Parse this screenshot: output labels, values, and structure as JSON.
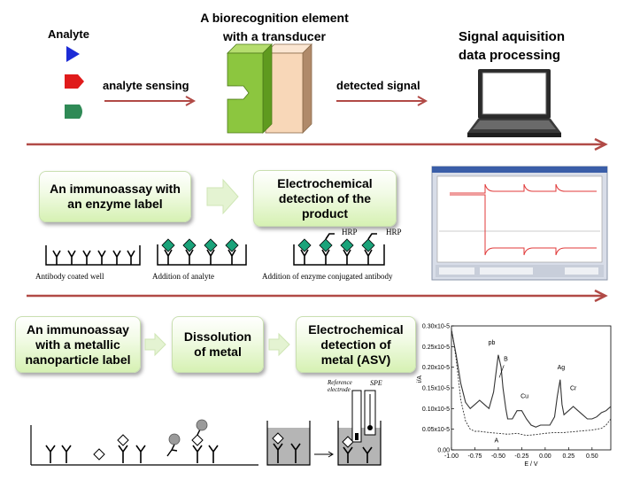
{
  "top_row": {
    "analyte_label": "Analyte",
    "analyte_sensing_label": "analyte sensing",
    "biorecognition_label_line1": "A biorecognition element",
    "biorecognition_label_line2": "with a transducer",
    "detected_signal_label": "detected signal",
    "signal_label_line1": "Signal aquisition",
    "signal_label_line2": "data processing"
  },
  "middle_row": {
    "box_enzyme_line1": "An immunoassay with",
    "box_enzyme_line2": "an enzyme label",
    "box_electro_line1": "Electrochemical",
    "box_electro_line2": "detection of the",
    "box_electro_line3": "product",
    "caption_well": "Antibody coated well",
    "caption_analyte": "Addition of analyte",
    "caption_enzyme": "Addition of enzyme conjugated antibody",
    "hrp_label_1": "HRP",
    "hrp_label_2": "HRP"
  },
  "bottom_row": {
    "box_metallic_line1": "An immunoassay",
    "box_metallic_line2": "with a metallic",
    "box_metallic_line3": "nanoparticle label",
    "box_dissolution_line1": "Dissolution",
    "box_dissolution_line2": "of metal",
    "box_asv_line1": "Electrochemical",
    "box_asv_line2": "detection of",
    "box_asv_line3": "metal (ASV)",
    "reference_electrode_line1": "Reference",
    "reference_electrode_line2": "electrode",
    "spe_label": "SPE"
  },
  "colors": {
    "arrow": "#b14a46",
    "analyte_blue": "#1c2bd6",
    "analyte_red": "#e01b1b",
    "analyte_green": "#2f8a56",
    "transducer_green": "#8cc63f",
    "transducer_peach": "#f8d7b8",
    "diamond": "#1aa37a"
  },
  "chart_data": {
    "type": "line",
    "xlabel": "E / V",
    "ylabel": "i/A",
    "xlim": [
      -1.0,
      0.7
    ],
    "ylim": [
      0.0,
      3e-07
    ],
    "x_ticks": [
      "-1.00",
      "-0.75",
      "-0.50",
      "-0.25",
      "0.00",
      "0.25",
      "0.50"
    ],
    "y_ticks": [
      "0.00",
      "0.05x10-5",
      "0.10x10-5",
      "0.15x10-5",
      "0.20x10-5",
      "0.25x10-5",
      "0.30x10-5"
    ],
    "annotations": [
      "pb",
      "B",
      "Cu",
      "Ag",
      "Cr",
      "A"
    ],
    "series": [
      {
        "name": "B",
        "x": [
          -1.0,
          -0.95,
          -0.9,
          -0.85,
          -0.8,
          -0.75,
          -0.7,
          -0.65,
          -0.6,
          -0.55,
          -0.5,
          -0.47,
          -0.45,
          -0.42,
          -0.4,
          -0.35,
          -0.3,
          -0.25,
          -0.2,
          -0.15,
          -0.1,
          -0.05,
          0.0,
          0.05,
          0.1,
          0.13,
          0.16,
          0.18,
          0.2,
          0.25,
          0.3,
          0.35,
          0.4,
          0.45,
          0.5,
          0.55,
          0.6,
          0.65,
          0.7
        ],
        "y": [
          2.9e-07,
          2.3e-07,
          1.6e-07,
          1.15e-07,
          1e-07,
          1.1e-07,
          1.2e-07,
          1.1e-07,
          1e-07,
          1.4e-07,
          2.3e-07,
          2e-07,
          1.5e-07,
          1e-07,
          7.5e-08,
          7.5e-08,
          9.5e-08,
          9.5e-08,
          7.5e-08,
          6e-08,
          5.5e-08,
          6e-08,
          6e-08,
          6e-08,
          8e-08,
          1.3e-07,
          1.7e-07,
          1.1e-07,
          8.5e-08,
          9.5e-08,
          1.05e-07,
          9.5e-08,
          8.5e-08,
          7.5e-08,
          7.5e-08,
          8e-08,
          9e-08,
          9.5e-08,
          1.05e-07
        ]
      },
      {
        "name": "A",
        "x": [
          -1.0,
          -0.95,
          -0.9,
          -0.85,
          -0.8,
          -0.75,
          -0.7,
          -0.6,
          -0.5,
          -0.4,
          -0.3,
          -0.2,
          -0.1,
          0.0,
          0.1,
          0.2,
          0.3,
          0.4,
          0.5,
          0.6,
          0.65,
          0.7
        ],
        "y": [
          2.95e-07,
          2.2e-07,
          1.2e-07,
          7e-08,
          5e-08,
          4.5e-08,
          4.5e-08,
          4.2e-08,
          4e-08,
          3.8e-08,
          4e-08,
          3.5e-08,
          3.7e-08,
          4e-08,
          4.2e-08,
          4.2e-08,
          4.4e-08,
          4.6e-08,
          4.8e-08,
          5.2e-08,
          6e-08,
          7.5e-08
        ]
      }
    ]
  }
}
